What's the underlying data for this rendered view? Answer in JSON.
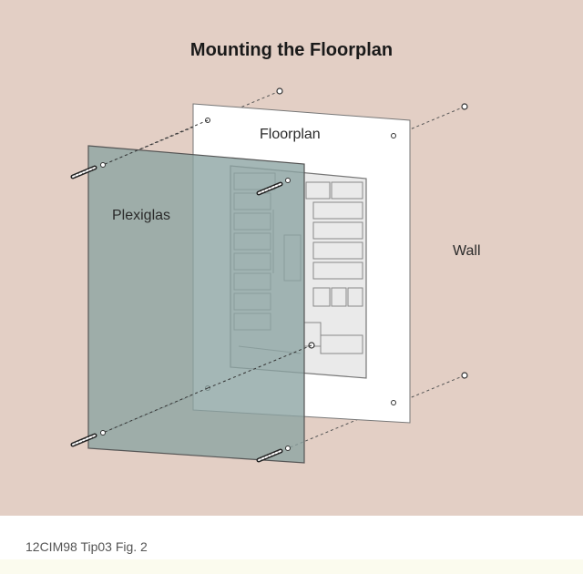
{
  "title": "Mounting the Floorplan",
  "labels": {
    "floorplan": "Floorplan",
    "plexiglas": "Plexiglas",
    "wall": "Wall"
  },
  "caption": "12CIM98 Tip03 Fig. 2",
  "colors": {
    "background": "#e3cfc5",
    "plexiglas_fill": "#8aa3a1",
    "floorplan_fill": "#ffffff",
    "outline": "#555555"
  }
}
